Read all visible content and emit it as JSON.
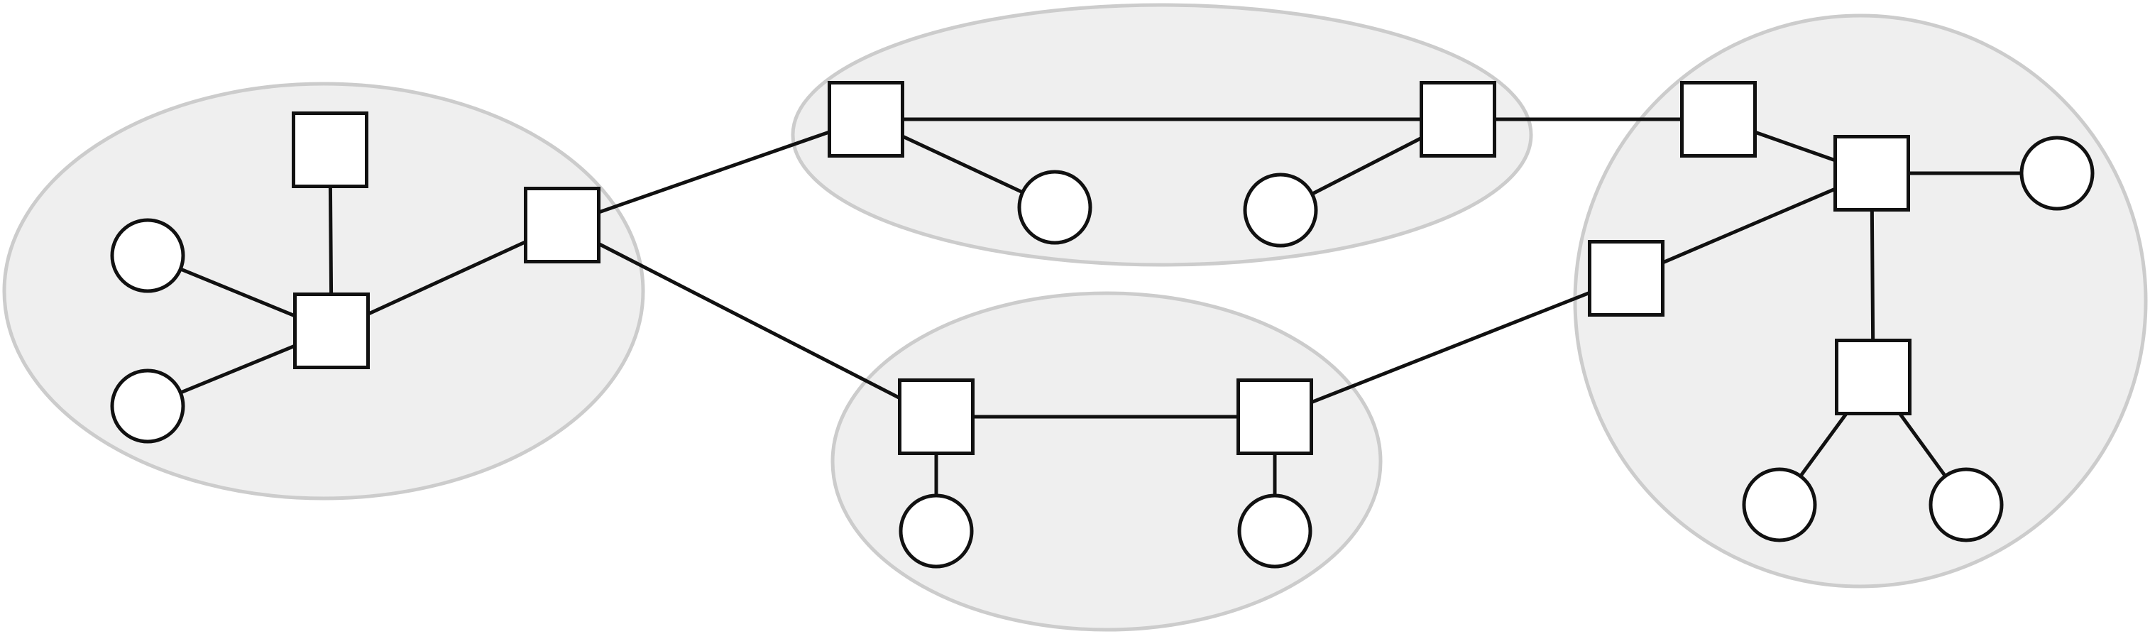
{
  "colors": {
    "cluster_fill": "#efefef",
    "cluster_stroke": "#cccccc",
    "edge": "#111111",
    "node_fill": "#ffffff",
    "node_stroke": "#111111"
  },
  "diagram": {
    "shapes": {
      "square": "switch",
      "circle": "host"
    },
    "clusters": [
      {
        "id": "left-cluster"
      },
      {
        "id": "top-middle-cluster"
      },
      {
        "id": "bottom-middle-cluster"
      },
      {
        "id": "right-cluster"
      }
    ],
    "nodes": [
      {
        "id": "s1",
        "kind": "switch",
        "cluster": "left-cluster"
      },
      {
        "id": "s2",
        "kind": "switch",
        "cluster": "left-cluster"
      },
      {
        "id": "h1",
        "kind": "host",
        "cluster": "left-cluster"
      },
      {
        "id": "h2",
        "kind": "host",
        "cluster": "left-cluster"
      },
      {
        "id": "s3",
        "kind": "switch",
        "cluster": "left-cluster"
      },
      {
        "id": "s4",
        "kind": "switch",
        "cluster": "top-middle-cluster"
      },
      {
        "id": "s5",
        "kind": "switch",
        "cluster": "top-middle-cluster"
      },
      {
        "id": "h3",
        "kind": "host",
        "cluster": "top-middle-cluster"
      },
      {
        "id": "h4",
        "kind": "host",
        "cluster": "top-middle-cluster"
      },
      {
        "id": "s6",
        "kind": "switch",
        "cluster": "bottom-middle-cluster"
      },
      {
        "id": "s7",
        "kind": "switch",
        "cluster": "bottom-middle-cluster"
      },
      {
        "id": "h5",
        "kind": "host",
        "cluster": "bottom-middle-cluster"
      },
      {
        "id": "h6",
        "kind": "host",
        "cluster": "bottom-middle-cluster"
      },
      {
        "id": "s8",
        "kind": "switch",
        "cluster": "right-cluster"
      },
      {
        "id": "s9",
        "kind": "switch",
        "cluster": "right-cluster"
      },
      {
        "id": "s10",
        "kind": "switch",
        "cluster": "right-cluster"
      },
      {
        "id": "s11",
        "kind": "switch",
        "cluster": "right-cluster"
      },
      {
        "id": "h7",
        "kind": "host",
        "cluster": "right-cluster"
      },
      {
        "id": "h8",
        "kind": "host",
        "cluster": "right-cluster"
      },
      {
        "id": "h9",
        "kind": "host",
        "cluster": "right-cluster"
      }
    ],
    "edges": [
      {
        "from": "s1",
        "to": "s2"
      },
      {
        "from": "h1",
        "to": "s2"
      },
      {
        "from": "h2",
        "to": "s2"
      },
      {
        "from": "s2",
        "to": "s3"
      },
      {
        "from": "s3",
        "to": "s4"
      },
      {
        "from": "s3",
        "to": "s6"
      },
      {
        "from": "s4",
        "to": "s5"
      },
      {
        "from": "s4",
        "to": "h3"
      },
      {
        "from": "s5",
        "to": "h4"
      },
      {
        "from": "s5",
        "to": "s8"
      },
      {
        "from": "s6",
        "to": "s7"
      },
      {
        "from": "s6",
        "to": "h5"
      },
      {
        "from": "s7",
        "to": "h6"
      },
      {
        "from": "s7",
        "to": "s9"
      },
      {
        "from": "s8",
        "to": "s10"
      },
      {
        "from": "s9",
        "to": "s10"
      },
      {
        "from": "s10",
        "to": "h7"
      },
      {
        "from": "s10",
        "to": "s11"
      },
      {
        "from": "s11",
        "to": "h8"
      },
      {
        "from": "s11",
        "to": "h9"
      }
    ]
  }
}
